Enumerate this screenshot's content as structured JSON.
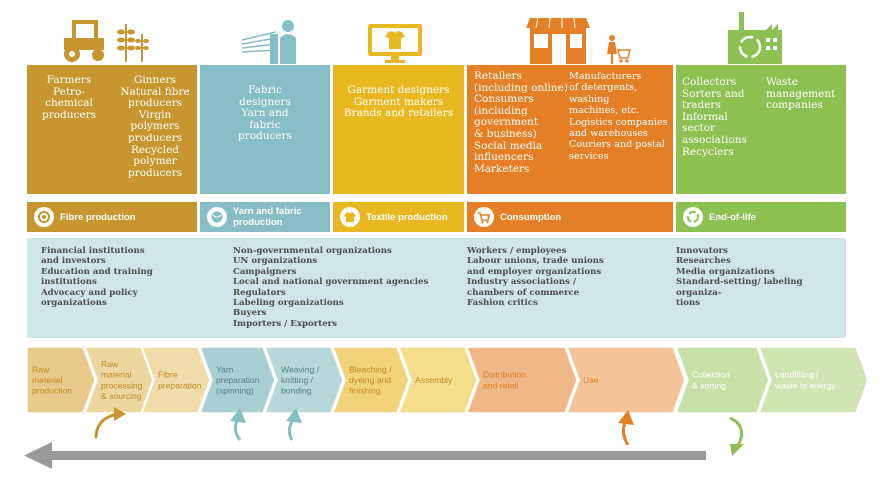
{
  "colors": {
    "fibre": "#c7962f",
    "yarn": "#87bdc4",
    "textile": "#e8b821",
    "consumption": "#e57f26",
    "eol": "#8cc051",
    "stakeholders_bg": "#cfe5e9",
    "timeline_arrow": "#9a9a9a"
  },
  "icons": {
    "fibre": "tractor-wheat-icon",
    "yarn": "loom-worker-icon",
    "textile": "monitor-shirt-icon",
    "consumption": "shop-shopper-icon",
    "eol": "recycling-factory-icon"
  },
  "columns": [
    {
      "key": "fibre",
      "actors_left": [
        "Farmers",
        "Petro-",
        "chemical",
        "producers"
      ],
      "actors_right": [
        "Ginners",
        "Natural fibre",
        "producers",
        "Virgin",
        "polymers",
        "producers",
        "Recycled",
        "polymer",
        "producers"
      ],
      "stage": "Fibre production"
    },
    {
      "key": "yarn",
      "actors": [
        "Fabric",
        "designers",
        "Yarn and",
        "fabric",
        "producers"
      ],
      "stage_lines": [
        "Yarn and fabric",
        "production"
      ]
    },
    {
      "key": "textile",
      "actors": [
        "Garment designers",
        "Garment makers",
        "Brands and retailers"
      ],
      "stage": "Textile production"
    },
    {
      "key": "consumption",
      "actors_left": [
        "Retailers",
        "(including online)",
        "Consumers",
        "(including",
        "government",
        "& business)",
        "Social media",
        "influencers",
        "Marketers"
      ],
      "actors_right": [
        "Manufacturers",
        "of detergents,",
        "washing",
        "machines, etc.",
        "Logistics companies",
        "and warehouses",
        "Couriers and postal",
        "services"
      ],
      "stage": "Consumption"
    },
    {
      "key": "eol",
      "actors_left": [
        "Collectors",
        "Sorters and",
        "traders",
        "Informal",
        "sector",
        "associations",
        "Recyclers"
      ],
      "actors_right": [
        "Waste",
        "management",
        "companies"
      ],
      "stage": "End-of-life"
    }
  ],
  "stakeholders": [
    [
      "Financial institutions",
      "and investors",
      "Education and training",
      "institutions",
      "Advocacy and policy",
      "organizations"
    ],
    [
      "Non-governmental organizations",
      "UN organizations",
      "Campaigners",
      "Local and national government agencies",
      "Regulators",
      "Labeling organizations",
      "Buyers",
      "Importers / Exporters"
    ],
    [
      "Workers / employees",
      "Labour unions, trade unions",
      "and employer organizations",
      "Industry associations /",
      "chambers of commerce",
      "Fashion critics"
    ],
    [
      "Innovators",
      "Researches",
      "Media organizations",
      "Standard-setting/ labeling organiza-",
      "tions"
    ]
  ],
  "process_steps": [
    {
      "lines": [
        "Raw",
        "material",
        "production"
      ],
      "fill": "#e8ca8b",
      "text": "#c08a25"
    },
    {
      "lines": [
        "Raw",
        "material",
        "processing",
        "& sourcing"
      ],
      "fill": "#edd69f",
      "text": "#c08a25"
    },
    {
      "lines": [
        "Fibre",
        "preparation"
      ],
      "fill": "#f0dcaa",
      "text": "#c08a25"
    },
    {
      "lines": [
        "Yarn",
        "preparation",
        "(spinning)"
      ],
      "fill": "#a9ced3",
      "text": "#4f7f86"
    },
    {
      "lines": [
        "Weaving /",
        "knitting /",
        "bonding"
      ],
      "fill": "#b8d7db",
      "text": "#4f7f86"
    },
    {
      "lines": [
        "Bleaching /",
        "dyeing and",
        "finishing"
      ],
      "fill": "#f1d379",
      "text": "#c08a25"
    },
    {
      "lines": [
        "Assembly"
      ],
      "fill": "#f4dd8d",
      "text": "#c08a25"
    },
    {
      "lines": [
        "Distribution",
        "and retail"
      ],
      "fill": "#f0b887",
      "text": "#e07a20"
    },
    {
      "lines": [
        "Use"
      ],
      "fill": "#f4c39a",
      "text": "#e07a20"
    },
    {
      "lines": [
        "Collection",
        "& sorting"
      ],
      "fill": "#c6e0a7",
      "text": "#ffffff"
    },
    {
      "lines": [
        "Landfilling /",
        "waste to energy"
      ],
      "fill": "#cfe5b3",
      "text": "#ffffff"
    }
  ]
}
